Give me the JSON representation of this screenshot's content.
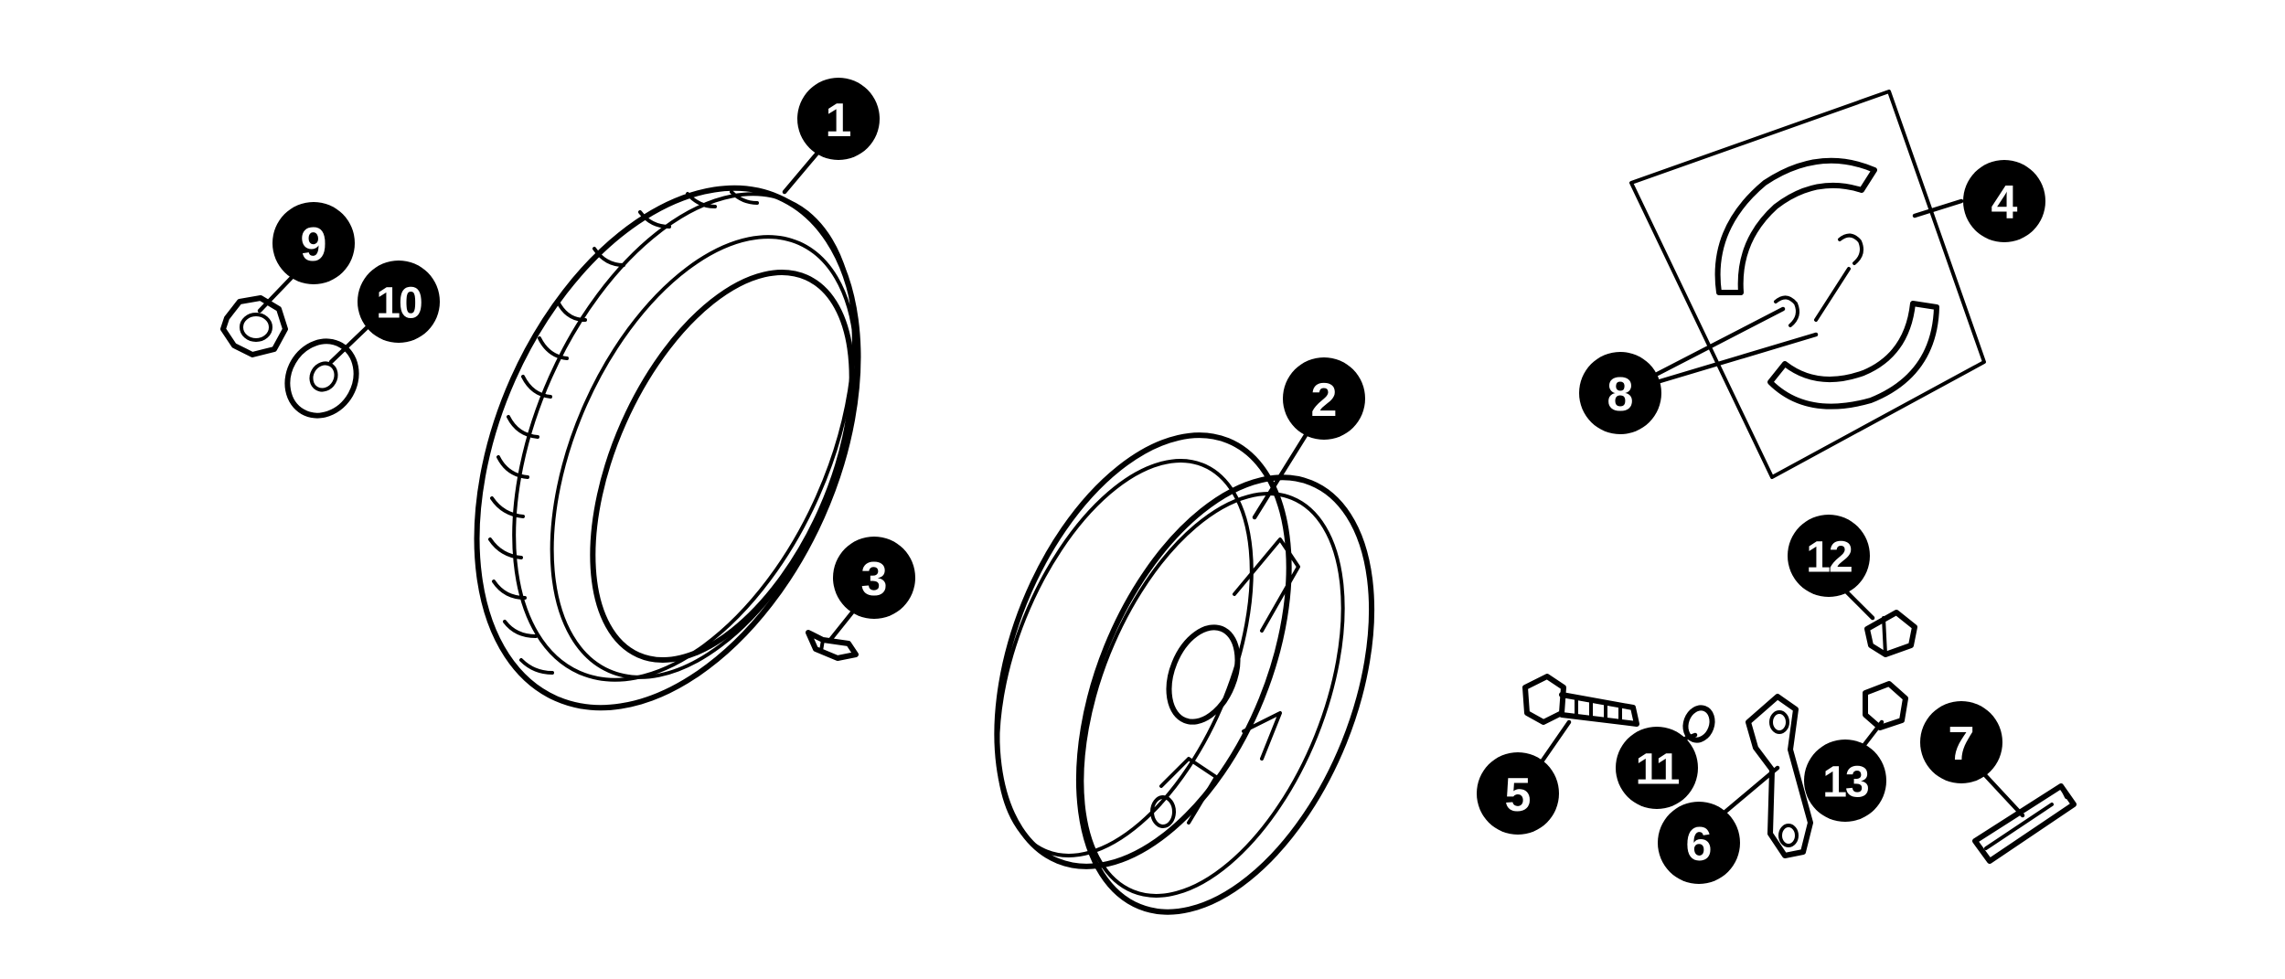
{
  "callouts": [
    {
      "id": "1",
      "label": "1"
    },
    {
      "id": "2",
      "label": "2"
    },
    {
      "id": "3",
      "label": "3"
    },
    {
      "id": "4",
      "label": "4"
    },
    {
      "id": "5",
      "label": "5"
    },
    {
      "id": "6",
      "label": "6"
    },
    {
      "id": "7",
      "label": "7"
    },
    {
      "id": "8",
      "label": "8"
    },
    {
      "id": "9",
      "label": "9"
    },
    {
      "id": "10",
      "label": "10"
    },
    {
      "id": "11",
      "label": "11"
    },
    {
      "id": "12",
      "label": "12"
    },
    {
      "id": "13",
      "label": "13"
    }
  ],
  "colors": {
    "ink": "#000000",
    "background": "#ffffff",
    "callout_text": "#ffffff"
  }
}
